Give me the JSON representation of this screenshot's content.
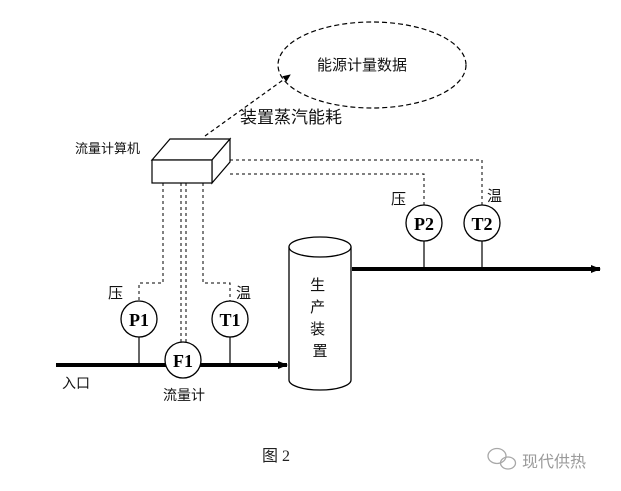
{
  "cloud_label": "能源计量数据",
  "arrow_label": "装置蒸汽能耗",
  "computer_label": "流量计算机",
  "inlet_label": "入口",
  "flowmeter_label": "流量计",
  "vessel_label": "生产装置",
  "pressure_char": "压",
  "temperature_char": "温",
  "instruments": {
    "p1": "P1",
    "t1": "T1",
    "f1": "F1",
    "p2": "P2",
    "t2": "T2"
  },
  "caption": "图 2",
  "watermark": "现代供热",
  "colors": {
    "line": "#000000",
    "watermark": "#9a9a9a"
  }
}
